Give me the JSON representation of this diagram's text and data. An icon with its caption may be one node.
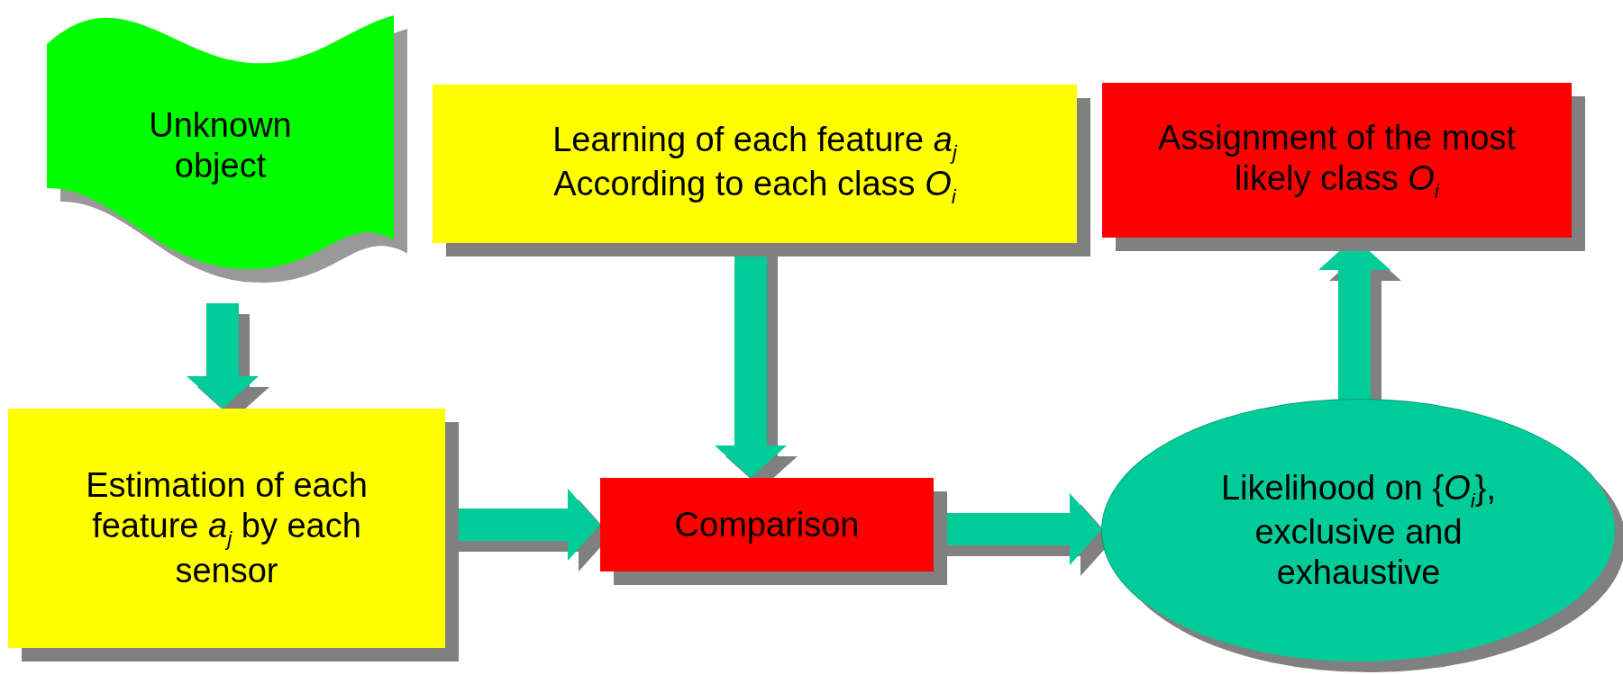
{
  "diagram": {
    "nodes": [
      {
        "text": [
          "Unknown object"
        ]
      },
      {
        "text": [
          "Learning of each feature *a*$_{j}$ According to each class *O*$_{i}$"
        ]
      },
      {
        "text": [
          "Assignment of the most likely class *O*$_{i}$"
        ]
      },
      {
        "text": [
          "Estimation of each feature *a*$_{j}$ by each sensor"
        ]
      },
      {
        "text": [
          "Comparison"
        ]
      },
      {
        "text": [
          "Likelihood on {*O*$_{i}$}, exclusive and exhaustive"
        ]
      }
    ],
    "edges": [
      {
        "from": 0,
        "to": 3,
        "arrow": "to"
      },
      {
        "from": 1,
        "to": 4,
        "arrow": "to"
      },
      {
        "from": 3,
        "to": 4,
        "arrow": "to"
      },
      {
        "from": 4,
        "to": 5,
        "arrow": "to"
      },
      {
        "from": 5,
        "to": 2,
        "arrow": "to"
      }
    ]
  }
}
